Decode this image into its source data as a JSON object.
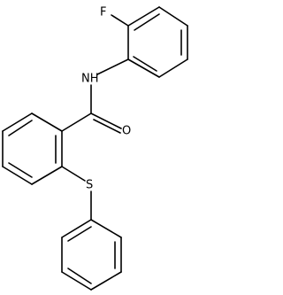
{
  "molecule": {
    "atoms": {
      "fluorine": "F",
      "amide_nitrogen": "NH",
      "carbonyl_oxygen": "O",
      "sulfur": "S"
    }
  }
}
